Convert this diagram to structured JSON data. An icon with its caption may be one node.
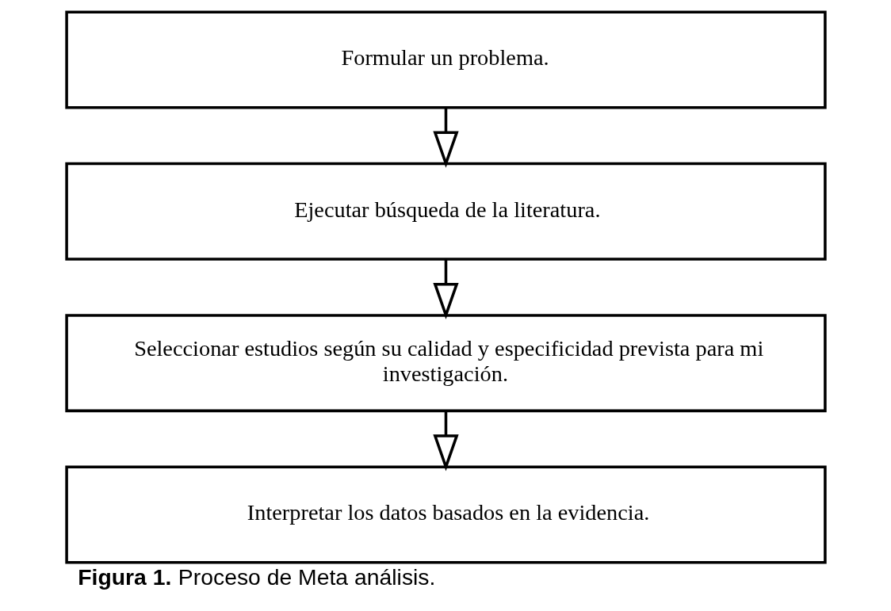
{
  "diagram": {
    "caption": "**Figura 1.** Proceso de Meta análisis.",
    "nodes": [
      {
        "text": [
          "Formular un problema."
        ]
      },
      {
        "text": [
          "Ejecutar búsqueda de la literatura."
        ]
      },
      {
        "text": [
          "Seleccionar estudios según su calidad y especificidad prevista para mi investigación."
        ]
      },
      {
        "text": [
          "Interpretar los datos basados en la evidencia."
        ]
      }
    ],
    "edges": [
      {
        "from": 0,
        "to": 1,
        "arrow": "to"
      },
      {
        "from": 1,
        "to": 2,
        "arrow": "to"
      },
      {
        "from": 2,
        "to": 3,
        "arrow": "to"
      }
    ]
  }
}
